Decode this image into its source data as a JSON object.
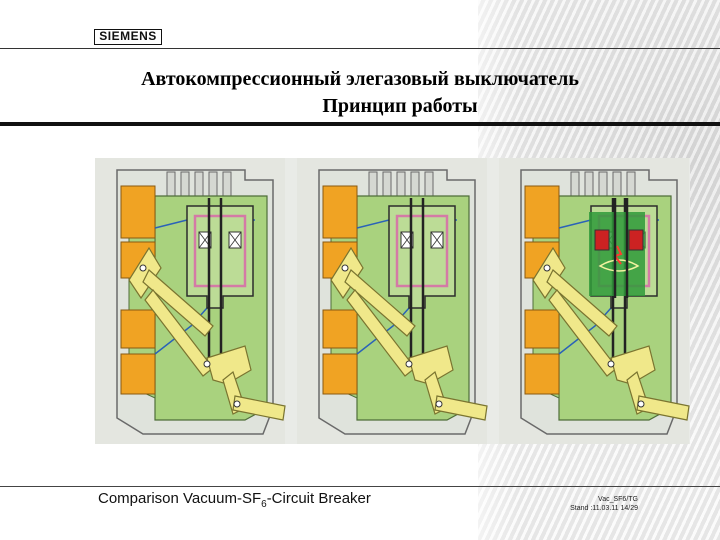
{
  "logo": "SIEMENS",
  "title_line1": "Автокомпрессионный элегазовый выключатель",
  "title_line2": "Принцип работы",
  "footer": {
    "text_before": "Comparison Vacuum-SF",
    "subscript": "6",
    "text_after": "-Circuit Breaker",
    "meta_line1": "Vac_SF6/TG",
    "meta_line2": "Stand :11.03.11 14/29"
  },
  "colors": {
    "housing_green": "#a9d27e",
    "insulator_orange": "#f0a323",
    "linkage_yellow": "#f0e88a",
    "arc_red": "#cc2222"
  }
}
